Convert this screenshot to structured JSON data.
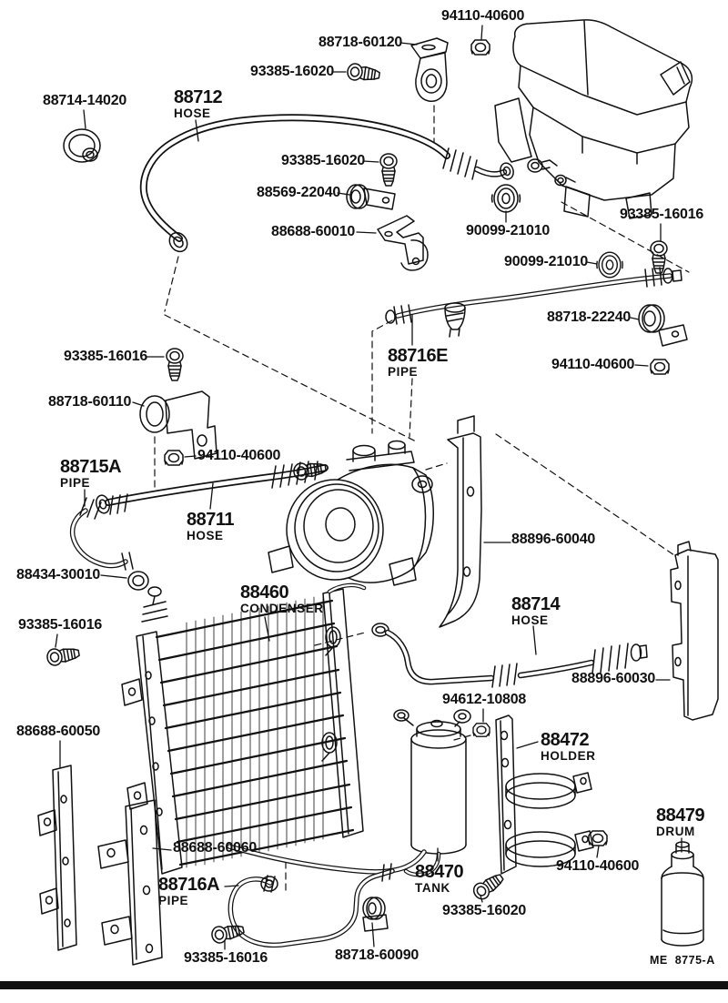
{
  "diagram": {
    "description": "Exploded parts diagram - air conditioner cooler piping",
    "footer_code": "ME 8775-A",
    "line_color": "#111111",
    "background_color": "#ffffff"
  },
  "callouts": [
    {
      "number": "94110-40600"
    },
    {
      "number": "88718-60120"
    },
    {
      "number": "93385-16020"
    },
    {
      "number": "88714-14020"
    },
    {
      "number": "88712",
      "caption": "HOSE"
    },
    {
      "number": "93385-16020"
    },
    {
      "number": "88569-22040"
    },
    {
      "number": "88688-60010"
    },
    {
      "number": "90099-21010"
    },
    {
      "number": "93385-16016"
    },
    {
      "number": "90099-21010"
    },
    {
      "number": "88718-22240"
    },
    {
      "number": "88716E",
      "caption": "PIPE"
    },
    {
      "number": "94110-40600"
    },
    {
      "number": "93385-16016"
    },
    {
      "number": "88718-60110"
    },
    {
      "number": "94110-40600"
    },
    {
      "number": "88715A",
      "caption": "PIPE"
    },
    {
      "number": "88711",
      "caption": "HOSE"
    },
    {
      "number": "88434-30010"
    },
    {
      "number": "88460",
      "caption": "CONDENSER"
    },
    {
      "number": "88896-60040"
    },
    {
      "number": "88714",
      "caption": "HOSE"
    },
    {
      "number": "93385-16016"
    },
    {
      "number": "88896-60030"
    },
    {
      "number": "94612-10808"
    },
    {
      "number": "88472",
      "caption": "HOLDER"
    },
    {
      "number": "88688-60050"
    },
    {
      "number": "88688-60060"
    },
    {
      "number": "88716A",
      "caption": "PIPE"
    },
    {
      "number": "88470",
      "caption": "TANK"
    },
    {
      "number": "94110-40600"
    },
    {
      "number": "88479",
      "caption": "DRUM"
    },
    {
      "number": "93385-16020"
    },
    {
      "number": "93385-16016"
    },
    {
      "number": "88718-60090"
    }
  ]
}
